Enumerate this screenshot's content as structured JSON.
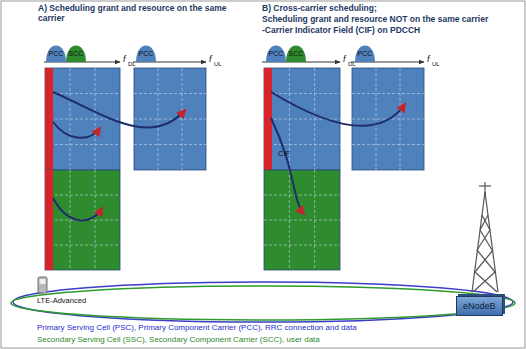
{
  "diagram": {
    "nodes": [
      {
        "text": [
          "eNodeB"
        ]
      }
    ],
    "labels": [
      "A) Scheduling grant and resource on the same carrier",
      "B) Cross-carrier scheduling;",
      "Scheduling grant and resource NOT on the same carrier",
      "-Carrier Indicator Field (CIF) on PDCCH",
      "PCC",
      "SCC",
      "f",
      "DL",
      "PCC",
      "f",
      "UL",
      "PCC",
      "SCC",
      "f",
      "DL",
      "PCC",
      "f",
      "UL",
      "CIF",
      "LTE-Advanced",
      "Primary Serving Cell (PSC), Primary Component Carrier (PCC), RRC connection and data",
      "Secondary Serving Cell (SSC), Secondary Component Carrier (SCC), user data"
    ]
  }
}
